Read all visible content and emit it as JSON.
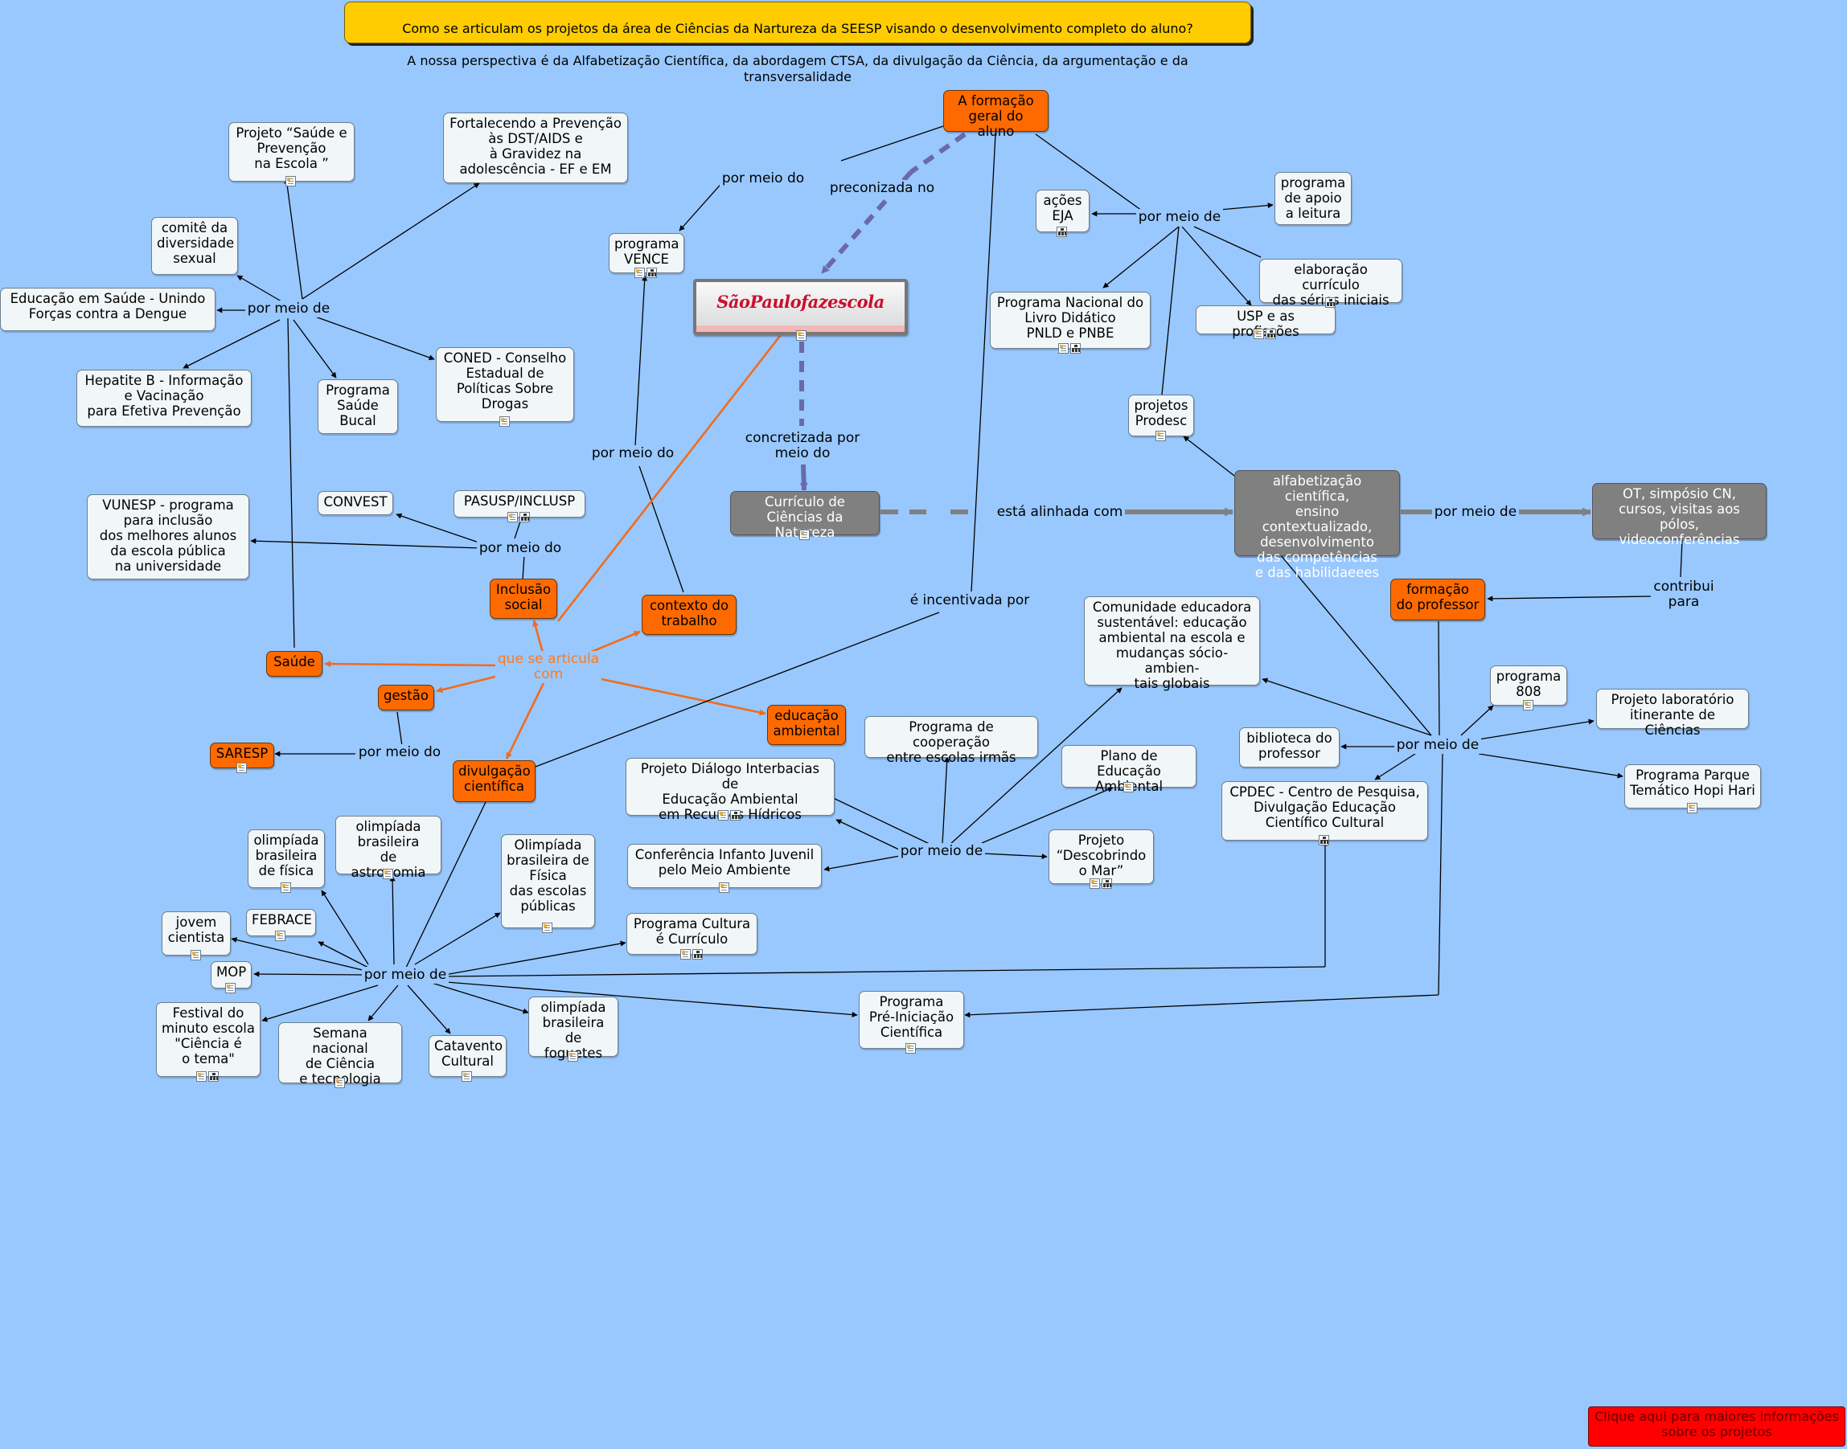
{
  "title": {
    "line1": "Como se articulam os projetos da área de Ciências da Nartureza da SEESP visando o desenvolvimento completo do aluno?",
    "line2": "A nossa perspectiva é da Alfabetização Científica, da abordagem CTSA, da divulgação da Ciência, da argumentação e da transversalidade"
  },
  "logo_text": "SãoPaulofazescola",
  "footer_button": "Clique aqui para maiores informações\nsobre os projetos",
  "nodes": {
    "formacao_geral": "A formação\ngeral do aluno",
    "programa_vence": "programa\nVENCE",
    "curriculo": "Currículo de\nCiências da Natureza",
    "alfabetizacao": "alfabetização científica,\nensino contextualizado,\ndesenvolvimento\ndas competências\ne das habilidaeees",
    "ot_simposio": "OT, simpósio CN,\ncursos, visitas aos pólos,\nvideoconferências",
    "formacao_professor": "formação\ndo professor",
    "acoes_eja": "ações\nEJA",
    "programa_apoio_leitura": "programa\nde apoio\na leitura",
    "elaboracao_curriculo": "elaboração currículo\ndas séries iniciais",
    "usp_profissoes": "USP e as profissões",
    "pnld": "Programa Nacional do\nLivro Didático\nPNLD e PNBE",
    "projetos_prodesc": "projetos\nProdesc",
    "projeto_saude_escola": "Projeto “Saúde e\nPrevenção\nna Escola ”",
    "fortalecendo": "Fortalecendo a Prevenção\nàs DST/AIDS e\nà Gravidez na\nadolescência - EF e EM",
    "comite_diversidade": "comitê da\ndiversidade\nsexual",
    "educacao_saude_dengue": "Educação em  Saúde - Unindo\nForças contra a Dengue",
    "hepatite_b": "Hepatite B - Informação\ne Vacinação\npara Efetiva Prevenção",
    "programa_saude_bucal": "Programa\nSaúde\nBucal",
    "coned": "CONED - Conselho\nEstadual de\nPolíticas Sobre\nDrogas",
    "convest": "CONVEST",
    "pasusp": "PASUSP/INCLUSP",
    "vunesp": "VUNESP - programa\npara inclusão\ndos melhores alunos\nda escola  pública\nna universidade",
    "inclusao_social": "Inclusão\nsocial",
    "contexto_trabalho": "contexto do\ntrabalho",
    "saude": "Saúde",
    "gestao": "gestão",
    "saresp": "SARESP",
    "educacao_ambiental": "educação\nambiental",
    "divulgacao_cientifica": "divulgação\ncientífica",
    "comunidade_educadora": "Comunidade educadora\nsustentável: educação\nambiental na escola e\nmudanças sócio-ambien-\ntais globais",
    "programa_cooperacao": "Programa de cooperação\nentre escolas irmãs",
    "plano_educacao_ambiental": "Plano de Educação\nAmbiental",
    "projeto_dialogo": "Projeto Diálogo Interbacias de\nEducação Ambiental\nem Recursos Hídricos",
    "conferencia_infanto": "Conferência Infanto Juvenil\npelo Meio Ambiente",
    "projeto_descobrindo_mar": "Projeto\n“Descobrindo\no Mar”",
    "programa_cultura_curriculo": "Programa Cultura\né Currículo",
    "programa_808": "programa\n808",
    "projeto_laboratorio": "Projeto laboratório\nitinerante de Ciências",
    "biblioteca_professor": "biblioteca do\nprofessor",
    "programa_parque": "Programa Parque\nTemático Hopi Hari",
    "cpdec": "CPDEC - Centro de Pesquisa,\nDivulgação  Educação\nCientífico Cultural",
    "olimpiada_fisica": "olimpíada\nbrasileira\nde física",
    "olimpiada_astronomia": "olimpíada\nbrasileira\nde astronomia",
    "olimpiada_fisica_publicas": "Olimpíada\nbrasileira de\nFísica\ndas escolas\npúblicas",
    "jovem_cientista": "jovem\ncientista",
    "febrace": "FEBRACE",
    "mop": "MOP",
    "festival_minuto": "Festival do\nminuto escola\n\"Ciência é\no tema\"",
    "semana_nacional": "Semana nacional\nde Ciência\ne tecnologia",
    "catavento": "Catavento\nCultural",
    "olimpiada_foguetes": "olimpíada\nbrasileira\nde foguetes",
    "programa_pre_iniciacao": "Programa\nPré-Iniciação\nCientífica"
  },
  "labels": {
    "por_meio_do_vence": "por meio do",
    "preconizada_no": "preconizada no",
    "por_meio_de_top_right": "por meio de",
    "concretizada_por": "concretizada por\nmeio do",
    "esta_alinhada": "está alinhada com",
    "por_meio_de_ot": "por meio de",
    "contribui_para": "contribui\npara",
    "por_meio_de_saude": "por meio de",
    "por_meio_do_inclusao": "por meio do",
    "por_meio_do_contexto": "por meio do",
    "que_se_articula": "que se articula\ncom",
    "por_meio_do_gestao": "por meio do",
    "e_incentivada_por": "é incentivada por",
    "por_meio_de_ambiental": "por meio de",
    "por_meio_de_professor": "por meio de",
    "por_meio_de_divulgacao": "por meio de"
  }
}
